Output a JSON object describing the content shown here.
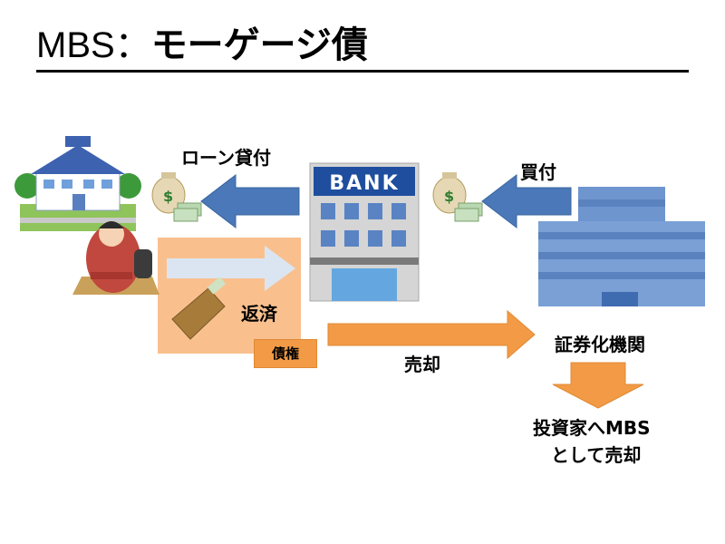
{
  "title": {
    "prefix": "MBS：",
    "main": "モーゲージ債"
  },
  "labels": {
    "loan": "ローン貸付",
    "purchase": "買付",
    "repayment": "返済",
    "bond": "債権",
    "sale": "売却",
    "securitizer": "証券化機関",
    "investors_line1": "投資家へMBS",
    "investors_line2": "として売却"
  },
  "bank_sign": "BANK",
  "colors": {
    "blue_arrow": "#4a78b9",
    "blue_arrow_light": "#dbe5f1",
    "orange_arrow": "#f29a45",
    "bond_box": "#f9c08e",
    "bank_sign": "#1f4e9e",
    "building_blue": "#6f95cf"
  },
  "icons": [
    "house-icon",
    "homeless-person-icon",
    "money-bag-icon",
    "bank-building-icon",
    "office-building-icon",
    "bond-paper-icon"
  ]
}
